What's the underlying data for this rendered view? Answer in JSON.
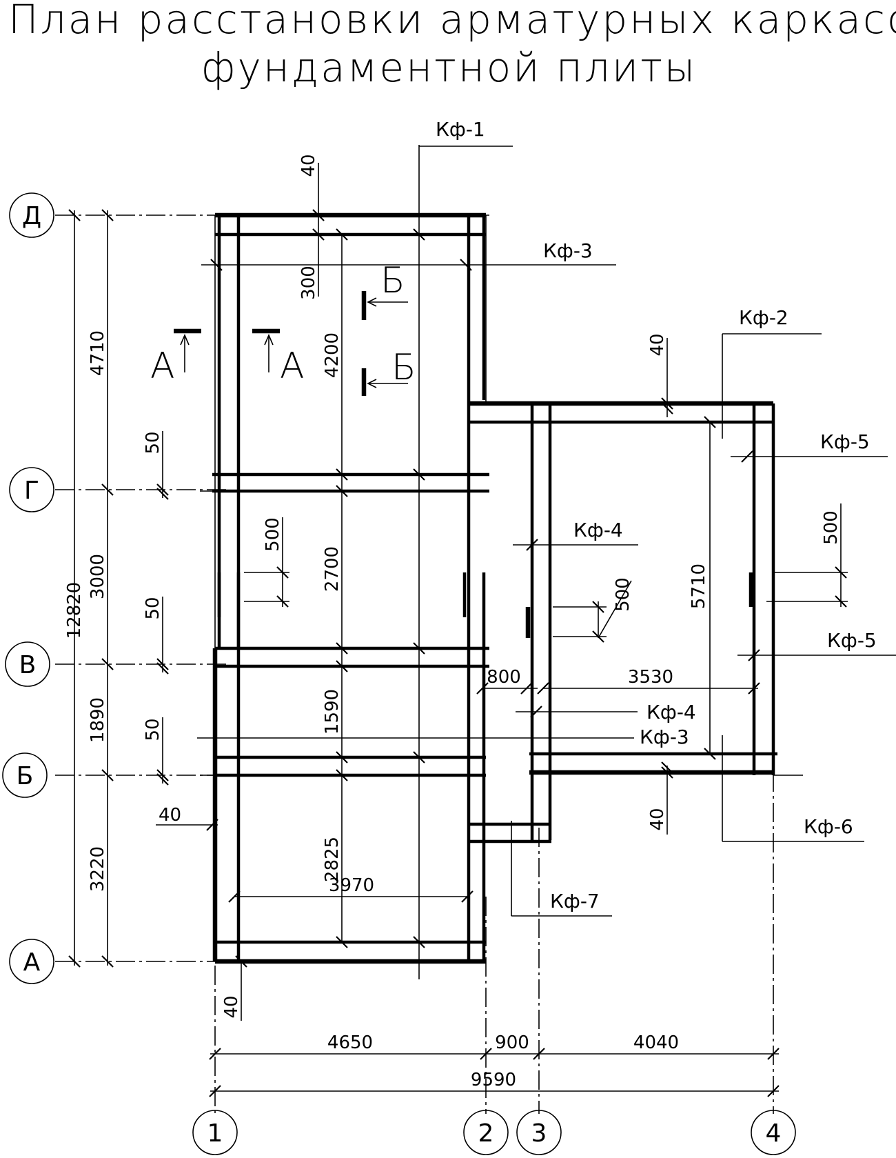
{
  "title": {
    "line1": "План расстановки арматурных каркасов",
    "line2": "фундаментной плиты"
  },
  "axes": {
    "rows": [
      "Д",
      "Г",
      "В",
      "Б",
      "А"
    ],
    "columns": [
      "1",
      "2",
      "3",
      "4"
    ]
  },
  "frames": {
    "kf1": "Кф-1",
    "kf2": "Кф-2",
    "kf3_top": "Кф-3",
    "kf3_mid": "Кф-3",
    "kf4_top": "Кф-4",
    "kf4_mid": "Кф-4",
    "kf5_top": "Кф-5",
    "kf5_mid": "Кф-5",
    "kf6": "Кф-6",
    "kf7": "Кф-7"
  },
  "sections": {
    "a_left": "А",
    "a_right": "А",
    "b_top": "Б",
    "b_bottom": "Б"
  },
  "dimensions": {
    "left_total": "12820",
    "left_d_g": "4710",
    "left_g_v": "3000",
    "left_v_b": "1890",
    "left_b_a": "3220",
    "off_50_g": "50",
    "off_50_v": "50",
    "off_50_b": "50",
    "top_40": "40",
    "top_300": "300",
    "inner_4200": "4200",
    "inner_2700": "2700",
    "inner_1590": "1590",
    "inner_2825": "2825",
    "lap_500_left": "500",
    "lap_500_mid": "500",
    "lap_500_right": "500",
    "right_40_top": "40",
    "right_5710": "5710",
    "right_3530": "3530",
    "gap_800": "800",
    "right_40_bottom": "40",
    "left_40": "40",
    "bottom_40": "40",
    "inner_3970": "3970",
    "bottom_4650": "4650",
    "bottom_900": "900",
    "bottom_4040": "4040",
    "bottom_total": "9590"
  }
}
